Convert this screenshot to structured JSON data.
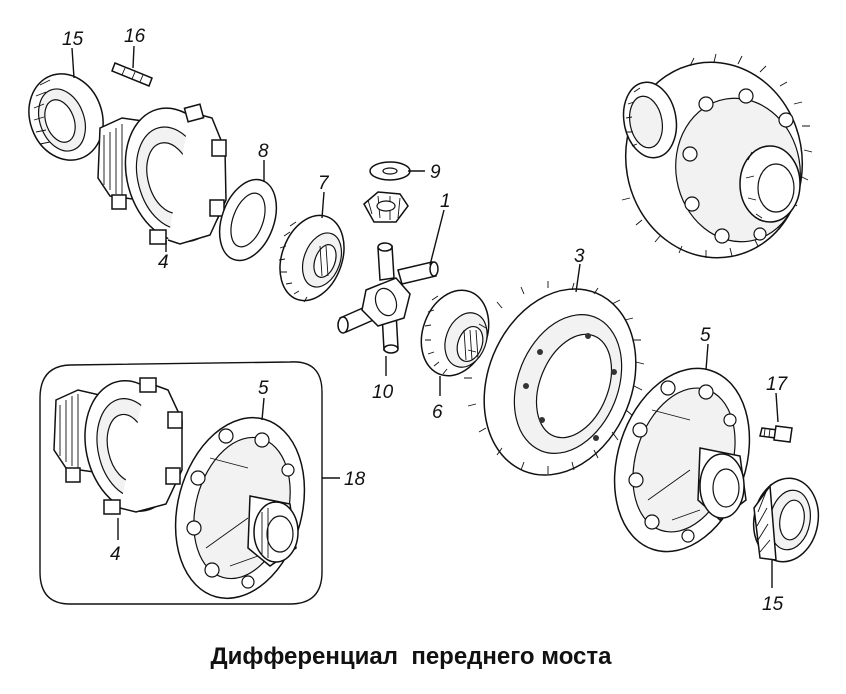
{
  "caption": "Дифференциал  переднего моста",
  "labels": {
    "l15a": "15",
    "l16": "16",
    "l8": "8",
    "l7": "7",
    "l9": "9",
    "l1": "1",
    "l4a": "4",
    "l3": "3",
    "l10": "10",
    "l6": "6",
    "l5a": "5",
    "l5b": "5",
    "l17": "17",
    "l18": "18",
    "l4b": "4",
    "l15b": "15"
  }
}
